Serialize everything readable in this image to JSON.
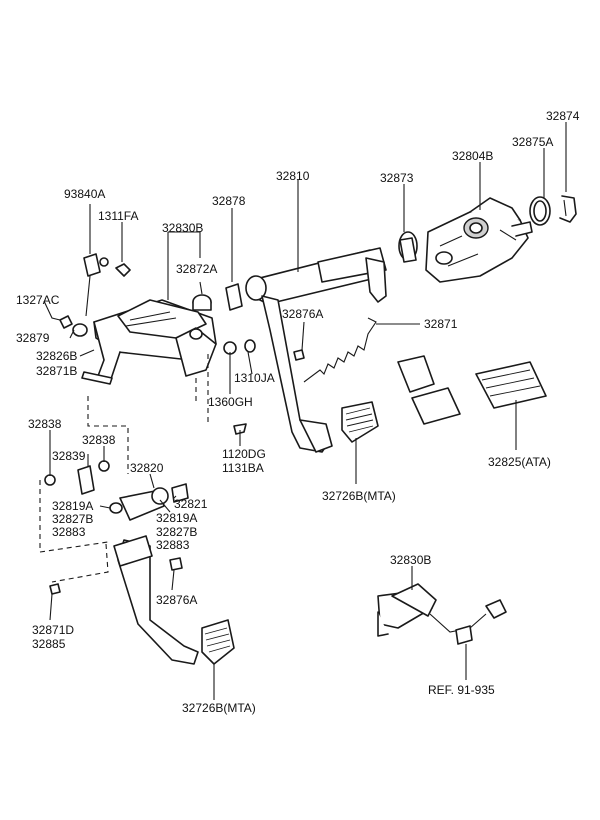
{
  "labels": {
    "p32874": "32874",
    "p32875A": "32875A",
    "p32804B": "32804B",
    "p32873": "32873",
    "p32810": "32810",
    "p32878": "32878",
    "p93840A": "93840A",
    "p1311FA": "1311FA",
    "p32830B_top": "32830B",
    "p32872A": "32872A",
    "p1327AC": "1327AC",
    "p32876A_top": "32876A",
    "p32871": "32871",
    "p32879": "32879",
    "p32826B": "32826B",
    "p32871B": "32871B",
    "p1310JA": "1310JA",
    "p1360GH": "1360GH",
    "p1120DG": "1120DG",
    "p1131BA": "1131BA",
    "p32825ATA": "32825(ATA)",
    "p32726B_right": "32726B(MTA)",
    "p32838_a": "32838",
    "p32838_b": "32838",
    "p32839": "32839",
    "p32820": "32820",
    "p32821": "32821",
    "p32819A_left": "32819A",
    "p32827B_left": "32827B",
    "p32883_left": "32883",
    "p32819A_right": "32819A",
    "p32827B_right": "32827B",
    "p32883_right": "32883",
    "p32876A_bottom": "32876A",
    "p32871D": "32871D",
    "p32885": "32885",
    "p32726B_bottom": "32726B(MTA)",
    "p32830B_bottom": "32830B",
    "ref": "REF. 91-935"
  }
}
